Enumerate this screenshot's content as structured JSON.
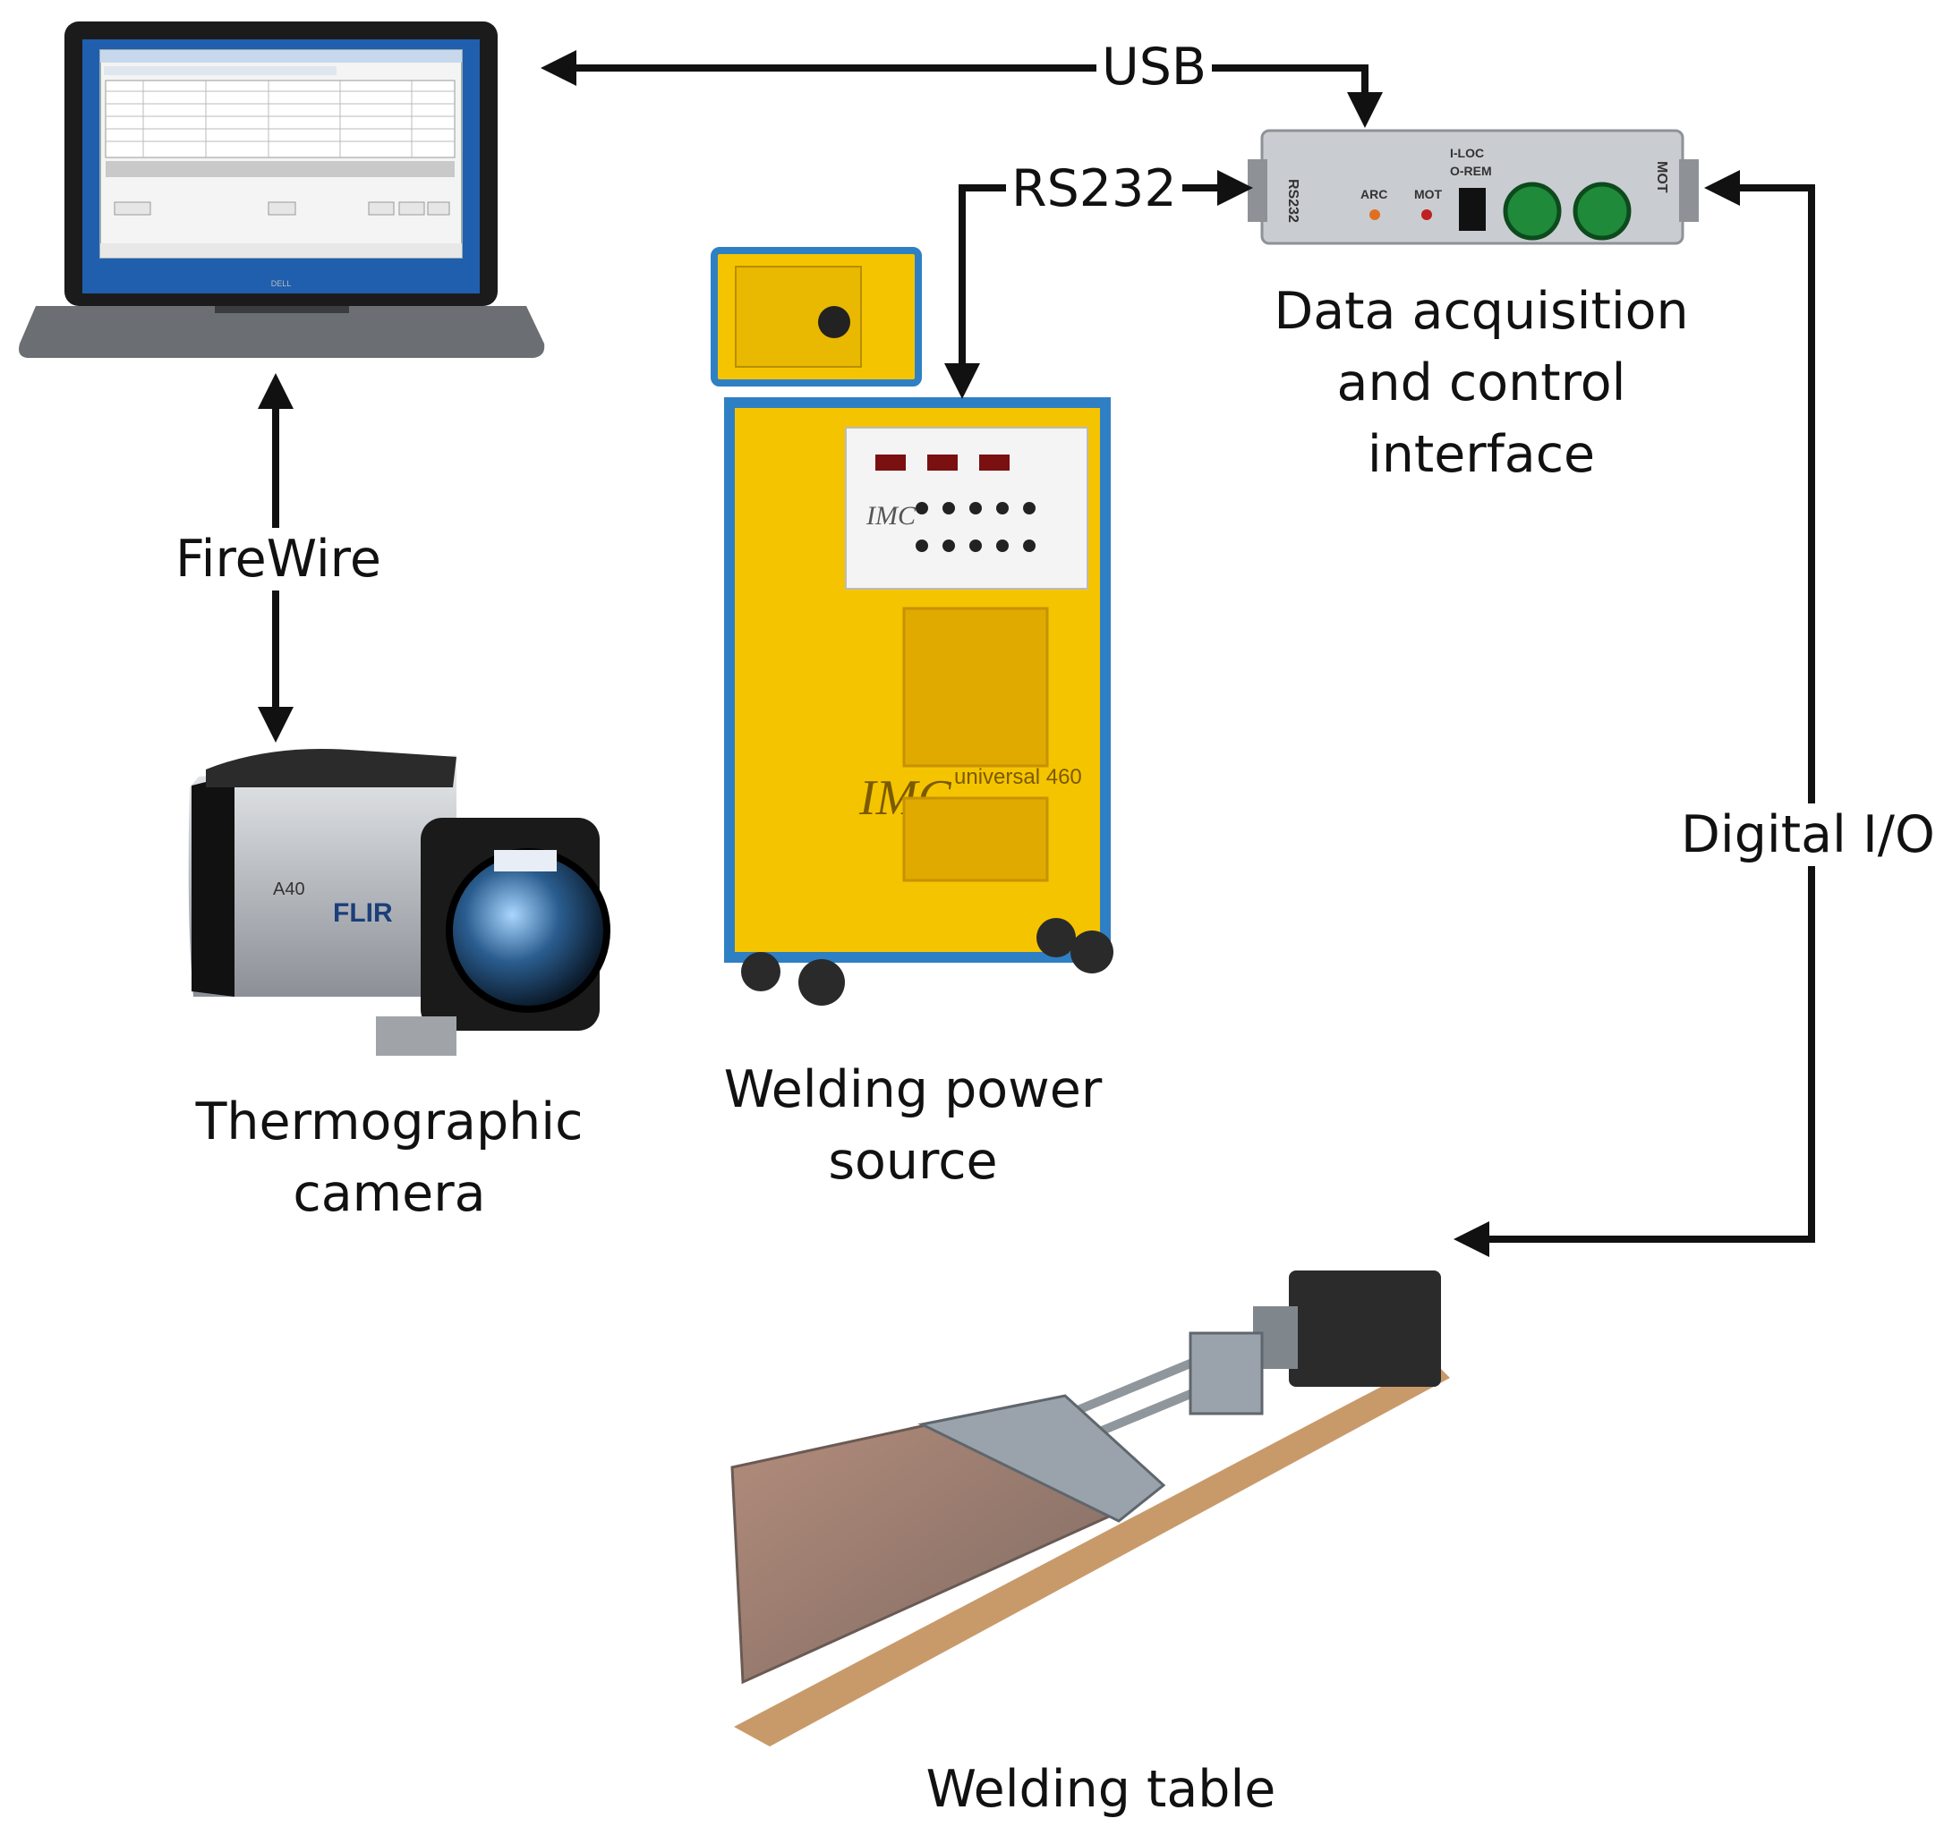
{
  "devices": {
    "laptop": {
      "brand": "DELL"
    },
    "camera": {
      "label_lines": [
        "Thermographic",
        "camera"
      ],
      "brand": "FLIR",
      "model": "A40"
    },
    "power_source": {
      "label_lines": [
        "Welding power",
        "source"
      ],
      "brand": "IMC",
      "model": "universal 460"
    },
    "daq": {
      "label_lines": [
        "Data acquisition",
        "and control",
        "interface"
      ],
      "panel_left": "ARC",
      "panel_right": "MOT",
      "switch_top": "I-LOC",
      "switch_bottom": "O-REM",
      "port_left": "RS232",
      "port_right": "MOT"
    },
    "table": {
      "label": "Welding table"
    }
  },
  "connections": {
    "usb": "USB",
    "rs232": "RS232",
    "firewire": "FireWire",
    "digital_io": "Digital I/O"
  },
  "colors": {
    "line": "#111111",
    "machine_yellow": "#f5c400",
    "machine_blue": "#2f7fc4",
    "screen_blue": "#1f5fae",
    "daq_body": "#c9cdd2",
    "daq_button": "#1f8a3a"
  }
}
